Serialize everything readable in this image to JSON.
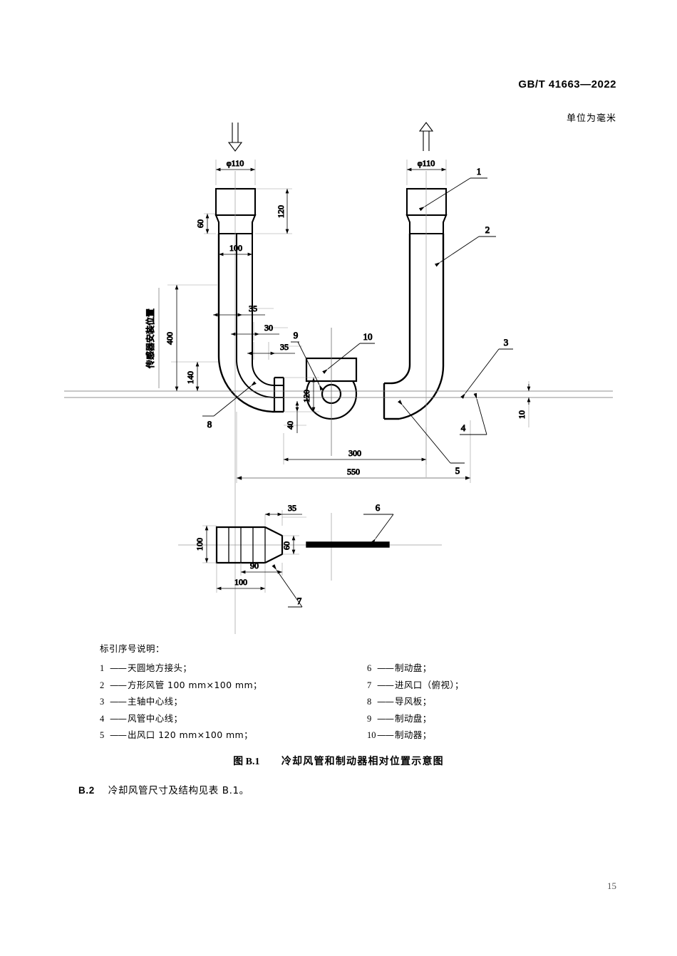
{
  "header": {
    "standard_number": "GB/T 41663—2022",
    "unit_note": "单位为毫米"
  },
  "figure": {
    "caption_number": "图 B.1",
    "caption_title": "冷却风管和制动器相对位置示意图",
    "flow_arrows": {
      "inlet": "down-arrow",
      "outlet": "up-arrow"
    },
    "dimensions": {
      "left_duct_diameter": "φ110",
      "left_duct_transition_height": "120",
      "left_duct_collar_height": "60",
      "left_duct_width": "100",
      "elbow_offset_a": "35",
      "elbow_offset_b": "30",
      "elbow_offset_c": "35",
      "sensor_height": "400",
      "elbow_height": "140",
      "outlet_height": "120",
      "outlet_bottom_gap": "40",
      "disc_gap": "10",
      "span_to_spindle": "300",
      "span_total": "550",
      "right_duct_diameter": "φ110",
      "inlet_view_length": "35",
      "inlet_view_width": "100",
      "inlet_view_throat": "60",
      "inlet_view_inner": "90",
      "inlet_view_outer": "100"
    },
    "annotations": {
      "sensor_position": "传感器安装位置"
    },
    "callouts": [
      "1",
      "2",
      "3",
      "4",
      "5",
      "6",
      "7",
      "8",
      "9",
      "10"
    ]
  },
  "legend": {
    "title": "标引序号说明：",
    "left_items": [
      {
        "num": "1",
        "dash": "——",
        "text": "天圆地方接头；"
      },
      {
        "num": "2",
        "dash": "——",
        "text": "方形风管 100 mm×100 mm；"
      },
      {
        "num": "3",
        "dash": "——",
        "text": "主轴中心线；"
      },
      {
        "num": "4",
        "dash": "——",
        "text": "风管中心线；"
      },
      {
        "num": "5",
        "dash": "——",
        "text": "出风口 120 mm×100 mm；"
      }
    ],
    "right_items": [
      {
        "num": "6",
        "dash": "——",
        "text": "制动盘；"
      },
      {
        "num": "7",
        "dash": "——",
        "text": "进风口（俯视）；"
      },
      {
        "num": "8",
        "dash": "——",
        "text": "导风板；"
      },
      {
        "num": "9",
        "dash": "——",
        "text": "制动盘；"
      },
      {
        "num": "10",
        "dash": "——",
        "text": "制动器；"
      }
    ]
  },
  "body": {
    "section_number": "B.2",
    "section_text": "冷却风管尺寸及结构见表 B.1。"
  },
  "footer": {
    "page_number": "15"
  }
}
